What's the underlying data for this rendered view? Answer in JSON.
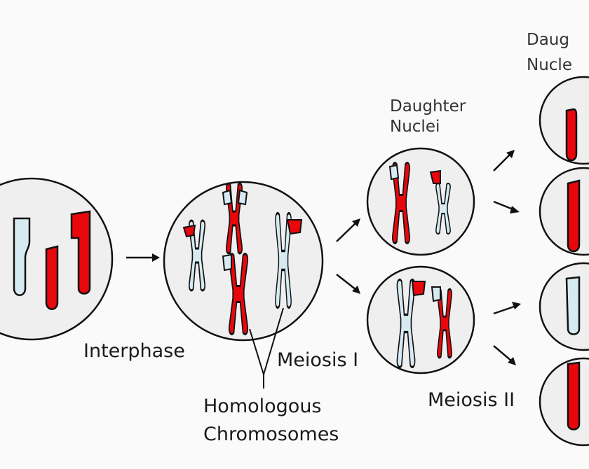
{
  "labels": {
    "interphase": "Interphase",
    "meiosis_1": "Meiosis I",
    "meiosis_2": "Meiosis II",
    "homologous_line1": "Homologous",
    "homologous_line2": "Chromosomes",
    "daughter_nuclei_1_line1": "Daughter",
    "daughter_nuclei_1_line2": "Nuclei",
    "daughter_nuclei_2_line1": "Daug",
    "daughter_nuclei_2_line2": "Nucle"
  },
  "colors": {
    "maternal": "#e8070b",
    "paternal": "#d6eaf2",
    "outline": "#111111",
    "cell_fill": "#efefef",
    "background": "#fafafa"
  }
}
